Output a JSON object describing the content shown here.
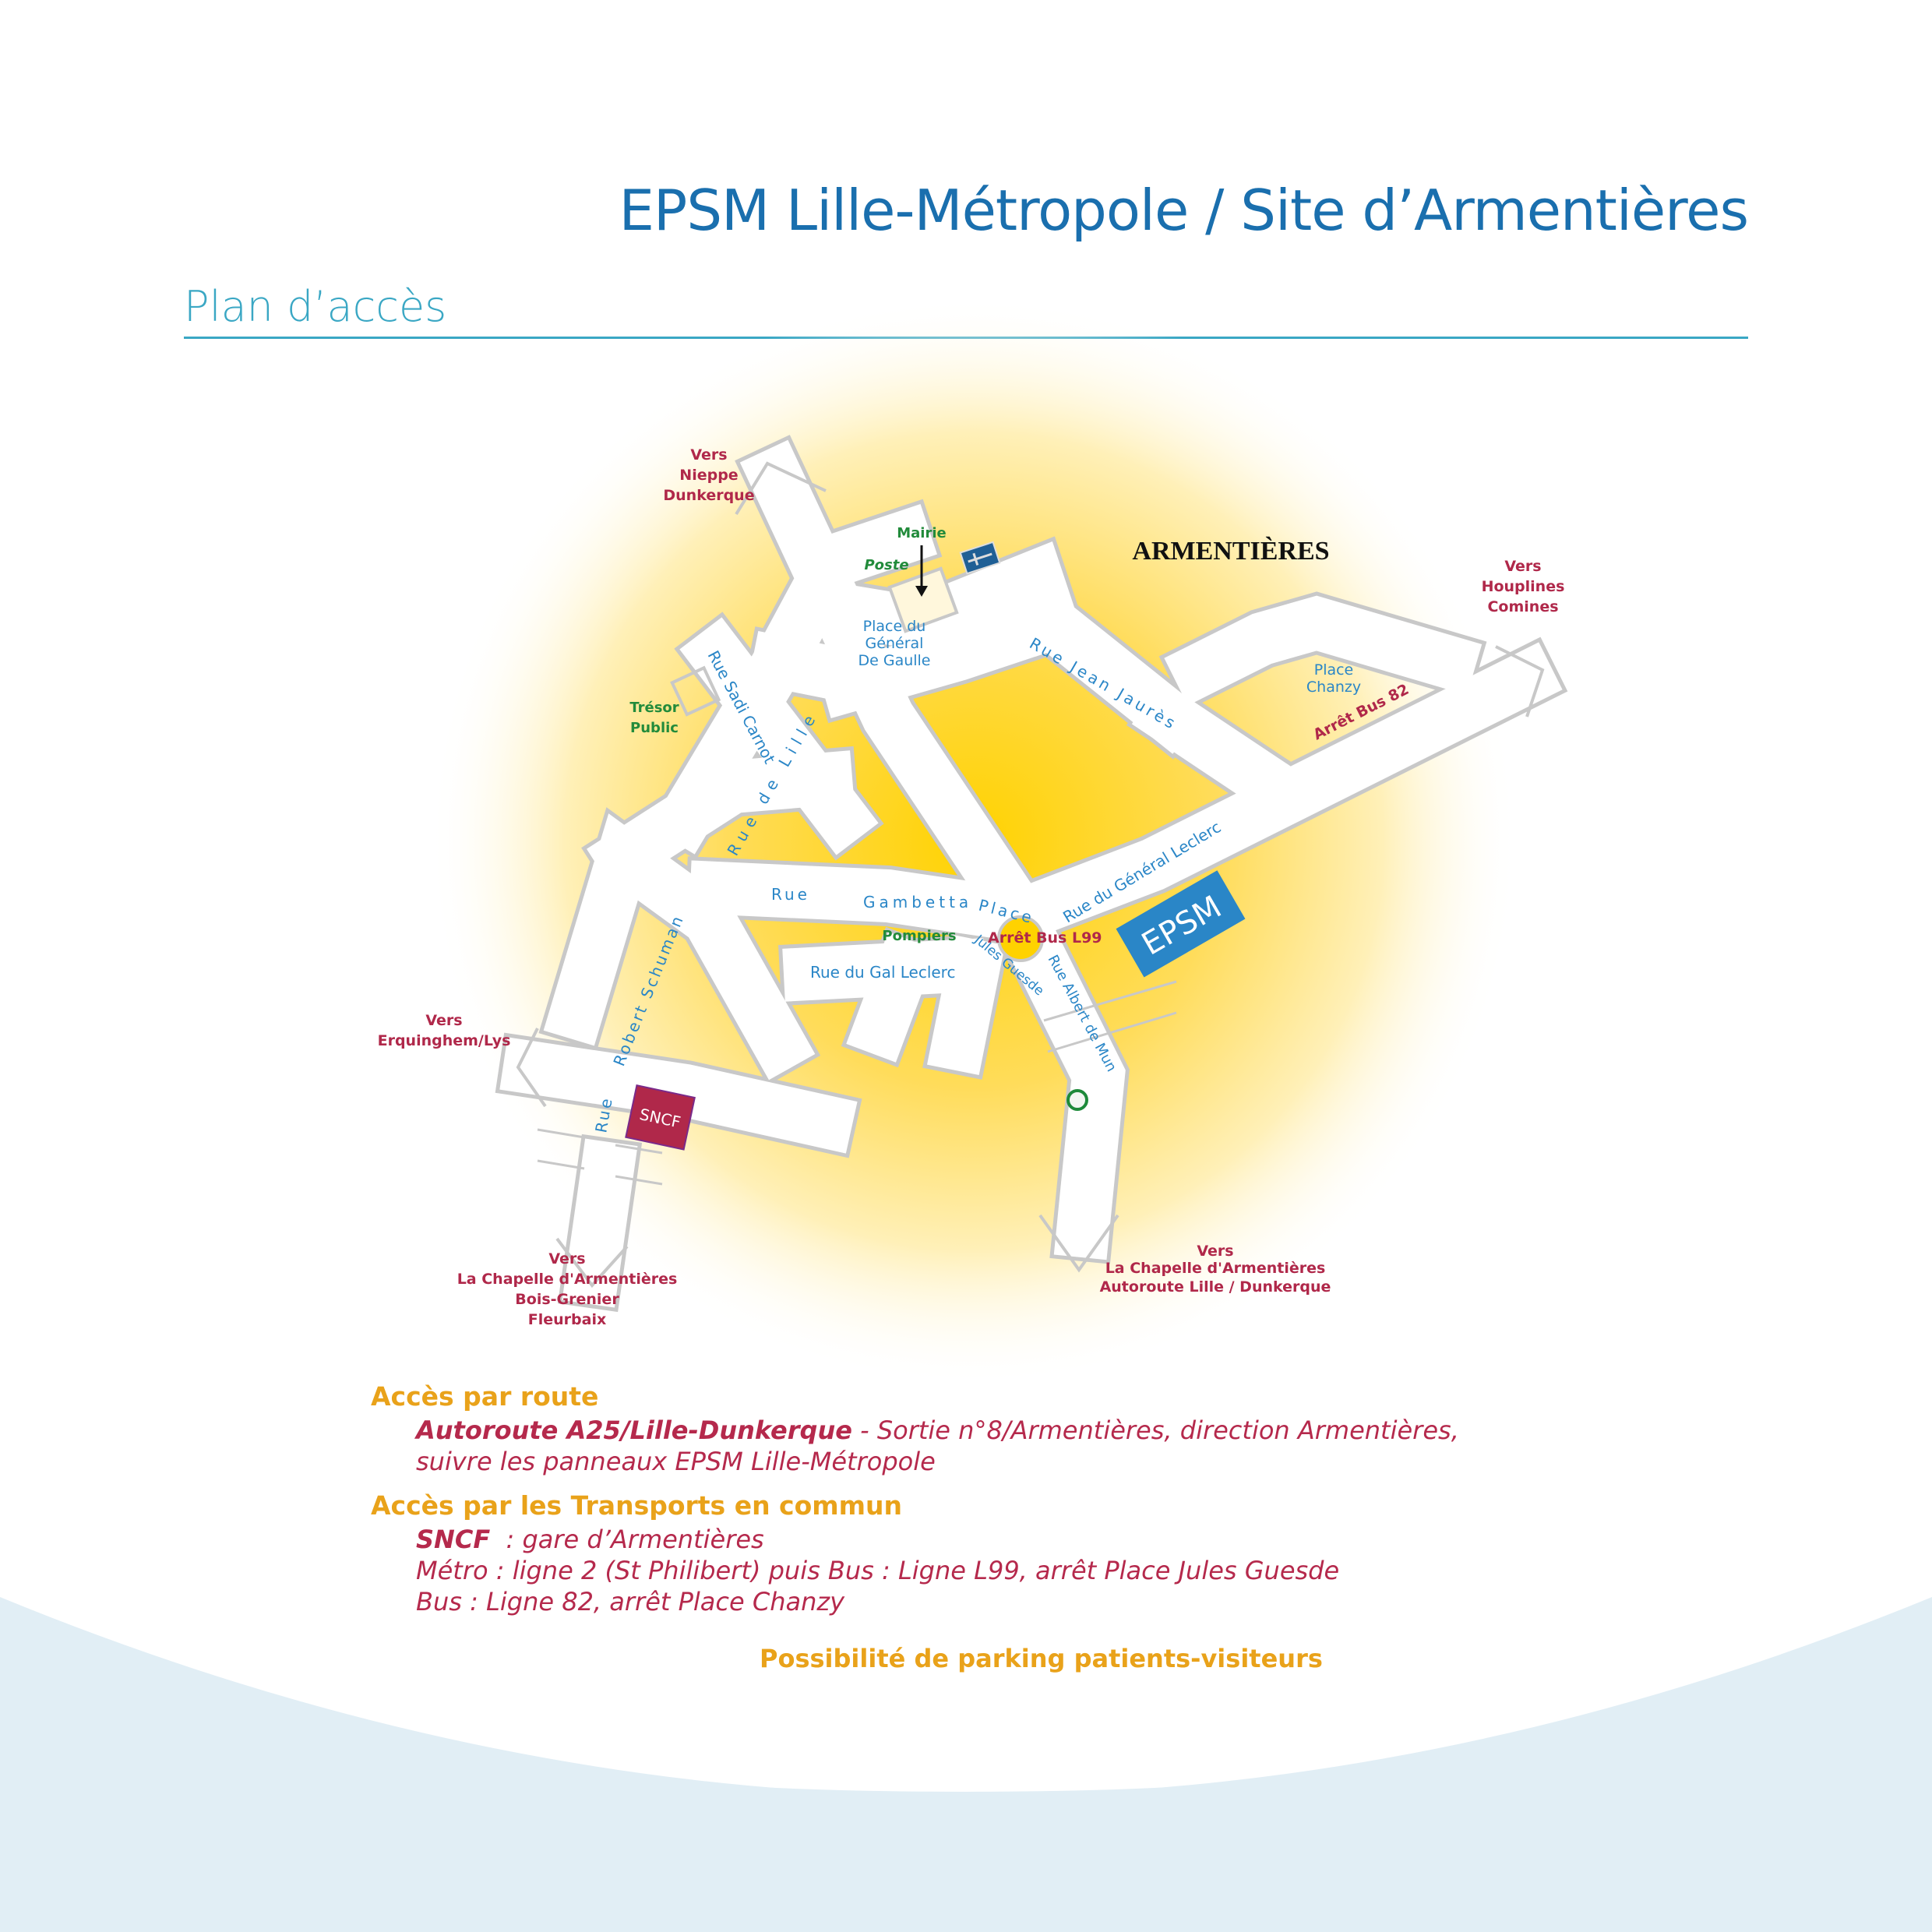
{
  "header": {
    "title": "EPSM Lille-Métropole / Site d’Armentières",
    "subtitle": "Plan d’accès"
  },
  "map": {
    "city_label": "ARMENTIÈRES",
    "directions": {
      "nw": [
        "Vers",
        "Nieppe",
        "Dunkerque"
      ],
      "ne": [
        "Vers",
        "Houplines",
        "Comines"
      ],
      "w": [
        "Vers",
        "Erquinghem/Lys"
      ],
      "sw": [
        "Vers",
        "La Chapelle d'Armentières",
        "Bois-Grenier",
        "Fleurbaix"
      ],
      "s": [
        "Vers",
        "La Chapelle d'Armentières",
        "Autoroute Lille / Dunkerque"
      ]
    },
    "landmarks": {
      "mairie": "Mairie",
      "poste": "Poste",
      "tresor": [
        "Trésor",
        "Public"
      ],
      "pompiers": "Pompiers",
      "place_gaulle": [
        "Place du",
        "Général",
        "De Gaulle"
      ],
      "place_chanzy": [
        "Place",
        "Chanzy"
      ]
    },
    "streets": {
      "sadi_carnot": "Rue Sadi Carnot",
      "rue_de_lille": "Rue de Lille",
      "jean_jaures": "Rue Jean Jaurès",
      "gambetta_rue": "Rue",
      "gambetta": "Gambetta",
      "place": "Place",
      "gal_leclerc_short": "Rue du Gal Leclerc",
      "general_leclerc": "Rue du Général Leclerc",
      "jules_guesde": "Jules Guesde",
      "albert_de_mun": "Rue Albert de Mun",
      "robert_schuman": "Robert Schuman",
      "rue_schuman": "Rue",
      "rue_bottom": "Rue"
    },
    "bus_stops": {
      "l99": "Arrêt Bus L99",
      "b82": "Arrêt Bus 82"
    },
    "epsm_label": "EPSM",
    "sncf_label": "SNCF",
    "colors": {
      "epsm": "#2a86c7",
      "sncf": "#b0284a",
      "road_text": "#2a86c7",
      "direction_text": "#b0284a",
      "landmark_text": "#228b3b",
      "glow": "#ffd200"
    }
  },
  "access": {
    "road_heading": "Accès par route",
    "road_bold": "Autoroute A25/Lille-Dunkerque",
    "road_rest": " - Sortie n°8/Armentières, direction Armentières,",
    "road_line2": "suivre les panneaux EPSM Lille-Métropole",
    "transport_heading": "Accès par les Transports en commun",
    "sncf_bold": "SNCF",
    "sncf_rest": "  : gare d’Armentières",
    "metro": "Métro : ligne 2 (St Philibert) puis Bus : Ligne L99, arrêt Place Jules Guesde",
    "bus": "Bus : Ligne 82, arrêt Place Chanzy",
    "parking": "Possibilité de parking patients-visiteurs"
  }
}
